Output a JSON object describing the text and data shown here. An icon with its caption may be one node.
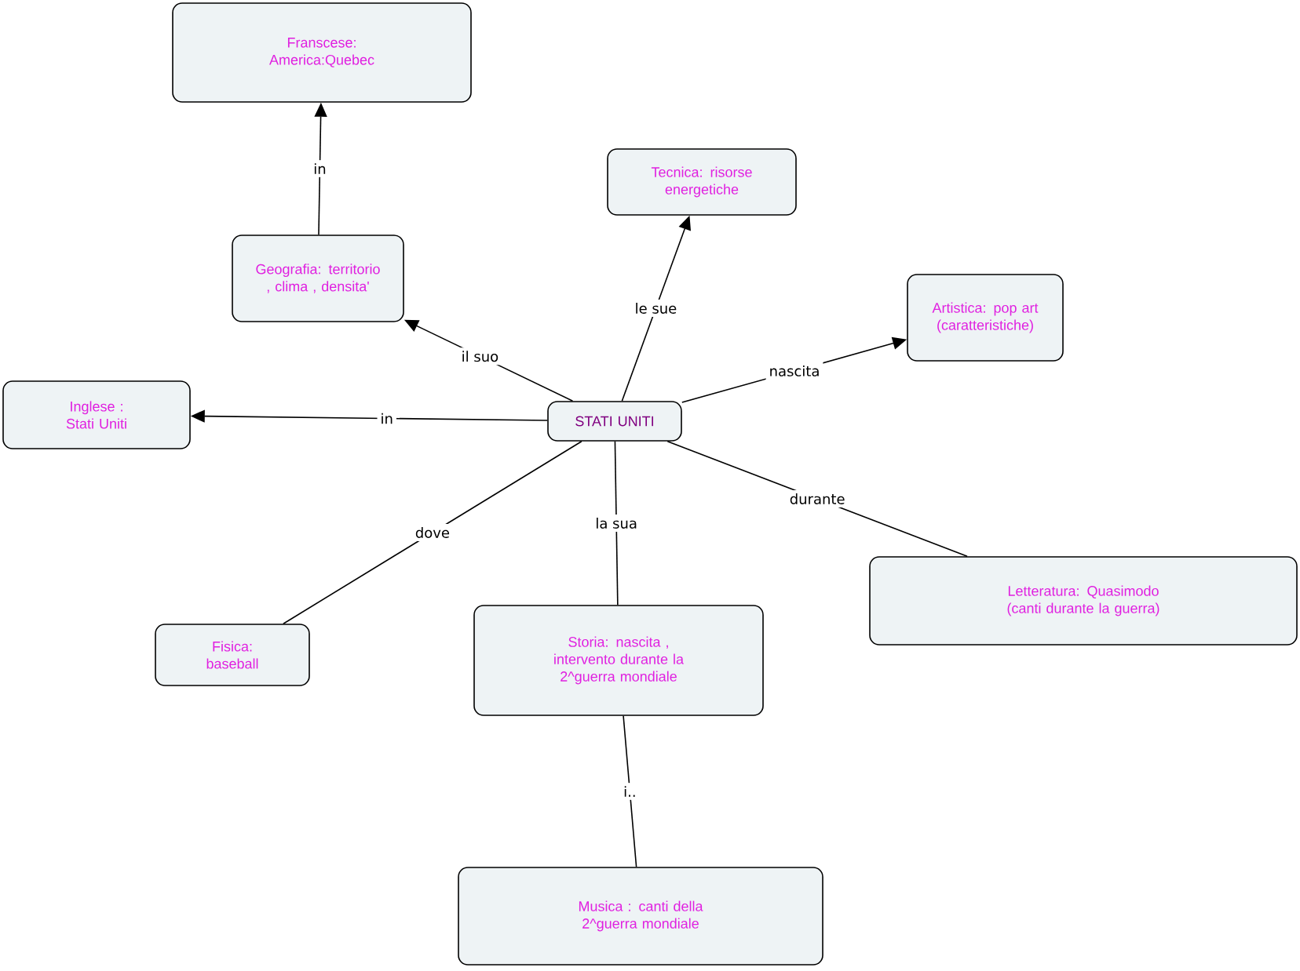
{
  "diagram": {
    "nodes": [
      {
        "text": [
          "Franscese: America:Quebec"
        ]
      },
      {
        "text": [
          "Tecnica: risorse energetiche"
        ]
      },
      {
        "text": [
          "Geografia: territorio , clima , densita'"
        ]
      },
      {
        "text": [
          "Artistica: pop art (caratteristiche)"
        ]
      },
      {
        "text": [
          "Inglese : Stati Uniti"
        ]
      },
      {
        "text": [
          "STATI UNITI"
        ]
      },
      {
        "text": [
          "Letteratura: Quasimodo (canti durante la guerra)"
        ]
      },
      {
        "text": [
          "Storia: nascita , intervento durante la 2^guerra mondiale"
        ]
      },
      {
        "text": [
          "Fisica: baseball"
        ]
      },
      {
        "text": [
          "Musica : canti della 2^guerra mondiale"
        ]
      }
    ],
    "edges": [
      {
        "from": 5,
        "to": 2,
        "label": "il suo",
        "arrow": "to"
      },
      {
        "from": 5,
        "to": 1,
        "label": "le sue",
        "arrow": "to"
      },
      {
        "from": 5,
        "to": 3,
        "label": "nascita",
        "arrow": "to"
      },
      {
        "from": 5,
        "to": 4,
        "label": "in",
        "arrow": "to"
      },
      {
        "from": 5,
        "to": 8,
        "label": "dove",
        "arrow": "none"
      },
      {
        "from": 5,
        "to": 7,
        "label": "la sua",
        "arrow": "none"
      },
      {
        "from": 5,
        "to": 6,
        "label": "durante",
        "arrow": "none"
      },
      {
        "from": 2,
        "to": 0,
        "label": "in",
        "arrow": "to"
      },
      {
        "from": 7,
        "to": 9,
        "label": "i..",
        "arrow": "none"
      }
    ]
  }
}
